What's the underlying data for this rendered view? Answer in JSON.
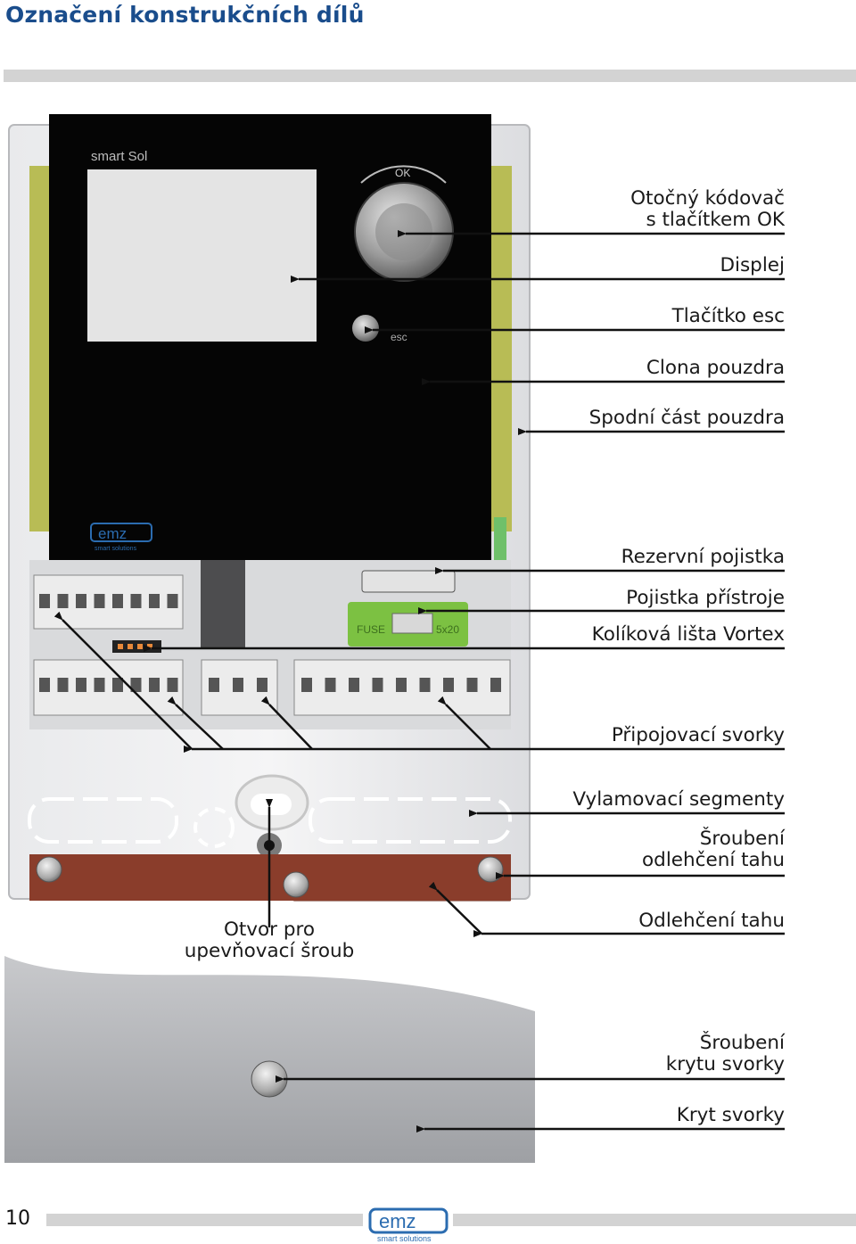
{
  "header": {
    "title": "Označení konstrukčních dílů"
  },
  "device": {
    "brand": "smart Sol",
    "knob_label": "OK",
    "button_label": "esc",
    "fuse_text": "FUSE",
    "fuse_rating": "5x20",
    "logo_text": "emz",
    "logo_sub": "smart solutions"
  },
  "labels": [
    {
      "key": "encoder",
      "text": "Otočný kódovač\ns tlačítkem OK"
    },
    {
      "key": "display",
      "text": "Displej"
    },
    {
      "key": "esc",
      "text": "Tlačítko esc"
    },
    {
      "key": "cover",
      "text": "Clona pouzdra"
    },
    {
      "key": "base",
      "text": "Spodní část pouzdra"
    },
    {
      "key": "spare_fuse",
      "text": "Rezervní pojistka"
    },
    {
      "key": "device_fuse",
      "text": "Pojistka přístroje"
    },
    {
      "key": "vortex",
      "text": "Kolíková lišta Vortex"
    },
    {
      "key": "terminals",
      "text": "Připojovací svorky"
    },
    {
      "key": "knockouts",
      "text": "Vylamovací segmenty"
    },
    {
      "key": "strain_screws",
      "text": "Šroubení\nodlehčení tahu"
    },
    {
      "key": "mount_hole",
      "text": "Otvor pro\nupevňovací šroub"
    },
    {
      "key": "strain_relief",
      "text": "Odlehčení tahu"
    },
    {
      "key": "cover_screws",
      "text": "Šroubení\nkrytu svorky"
    },
    {
      "key": "terminal_cover",
      "text": "Kryt svorky"
    }
  ],
  "footer": {
    "page_number": "10",
    "logo_text": "emz",
    "logo_sub": "smart solutions"
  },
  "colors": {
    "title": "#1a4d8c",
    "logo": "#2b6cb0",
    "case_green": "#b4b84e",
    "strain_relief": "#8a3d2b",
    "fuse_green": "#7cc142"
  }
}
